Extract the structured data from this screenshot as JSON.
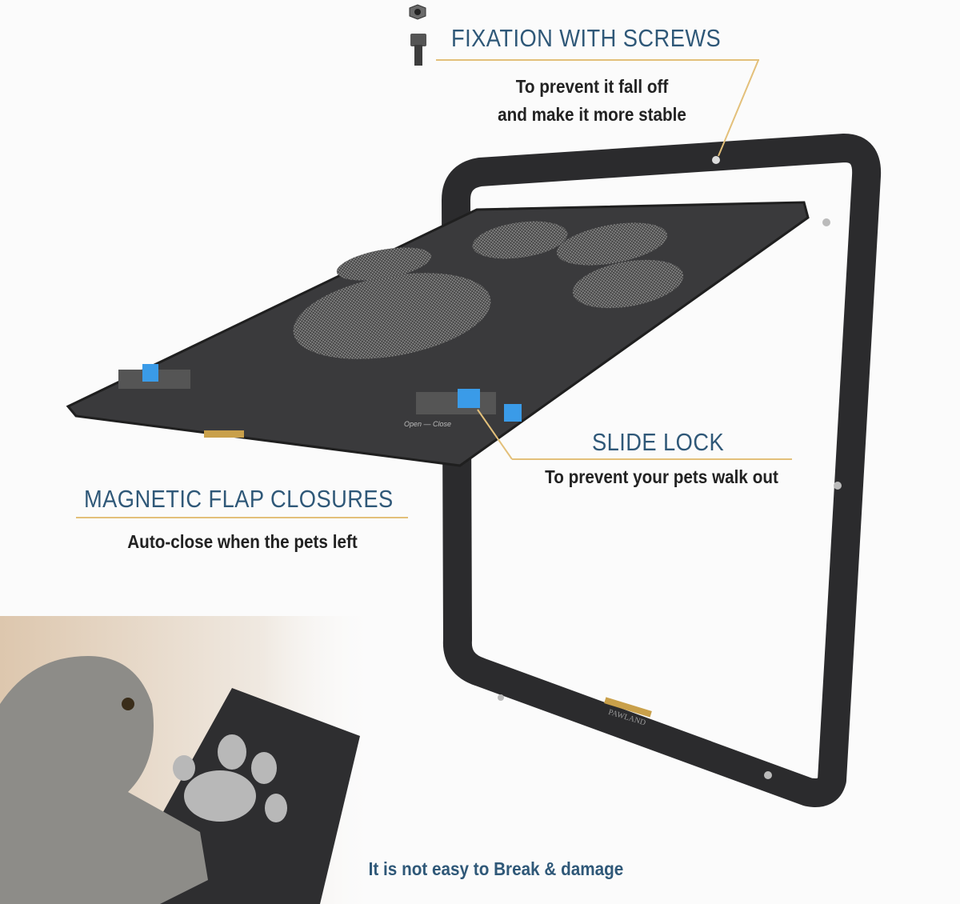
{
  "callouts": {
    "screws": {
      "title": "FIXATION WITH SCREWS",
      "line1": "To prevent it fall off",
      "line2": "and make it more stable"
    },
    "slide_lock": {
      "title": "SLIDE LOCK",
      "text": "To prevent your pets walk out"
    },
    "magnetic": {
      "title": "MAGNETIC FLAP CLOSURES",
      "text": "Auto-close when the pets left"
    }
  },
  "footer": {
    "text": "It is not easy to Break & damage"
  },
  "flap_labels": {
    "lock": "Open — Close",
    "brand": "PAWLAND"
  },
  "colors": {
    "heading": "#2f5878",
    "accent_line": "#e3c07a",
    "lock_blue": "#3a9be8",
    "frame": "#2b2b2d",
    "footer_text": "#2f5878"
  }
}
